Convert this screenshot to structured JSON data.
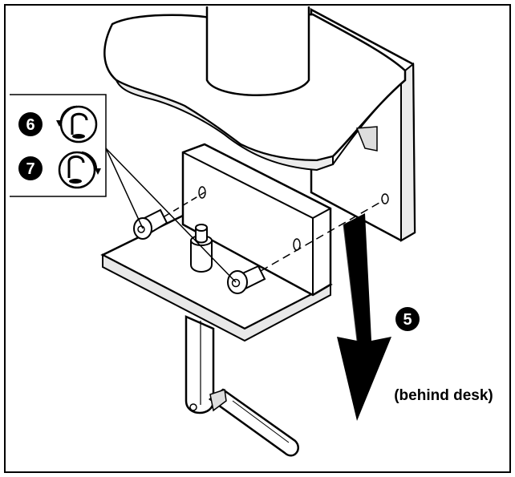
{
  "steps": [
    {
      "number": "6",
      "action": "loosen",
      "icon": "counterclockwise-turn-icon"
    },
    {
      "number": "7",
      "action": "tighten",
      "icon": "clockwise-turn-icon"
    },
    {
      "number": "5"
    }
  ],
  "note": "(behind desk)",
  "colors": {
    "line": "#000000",
    "fill": "#ffffff",
    "shade": "#e8e8e8",
    "arrow": "#000000"
  }
}
